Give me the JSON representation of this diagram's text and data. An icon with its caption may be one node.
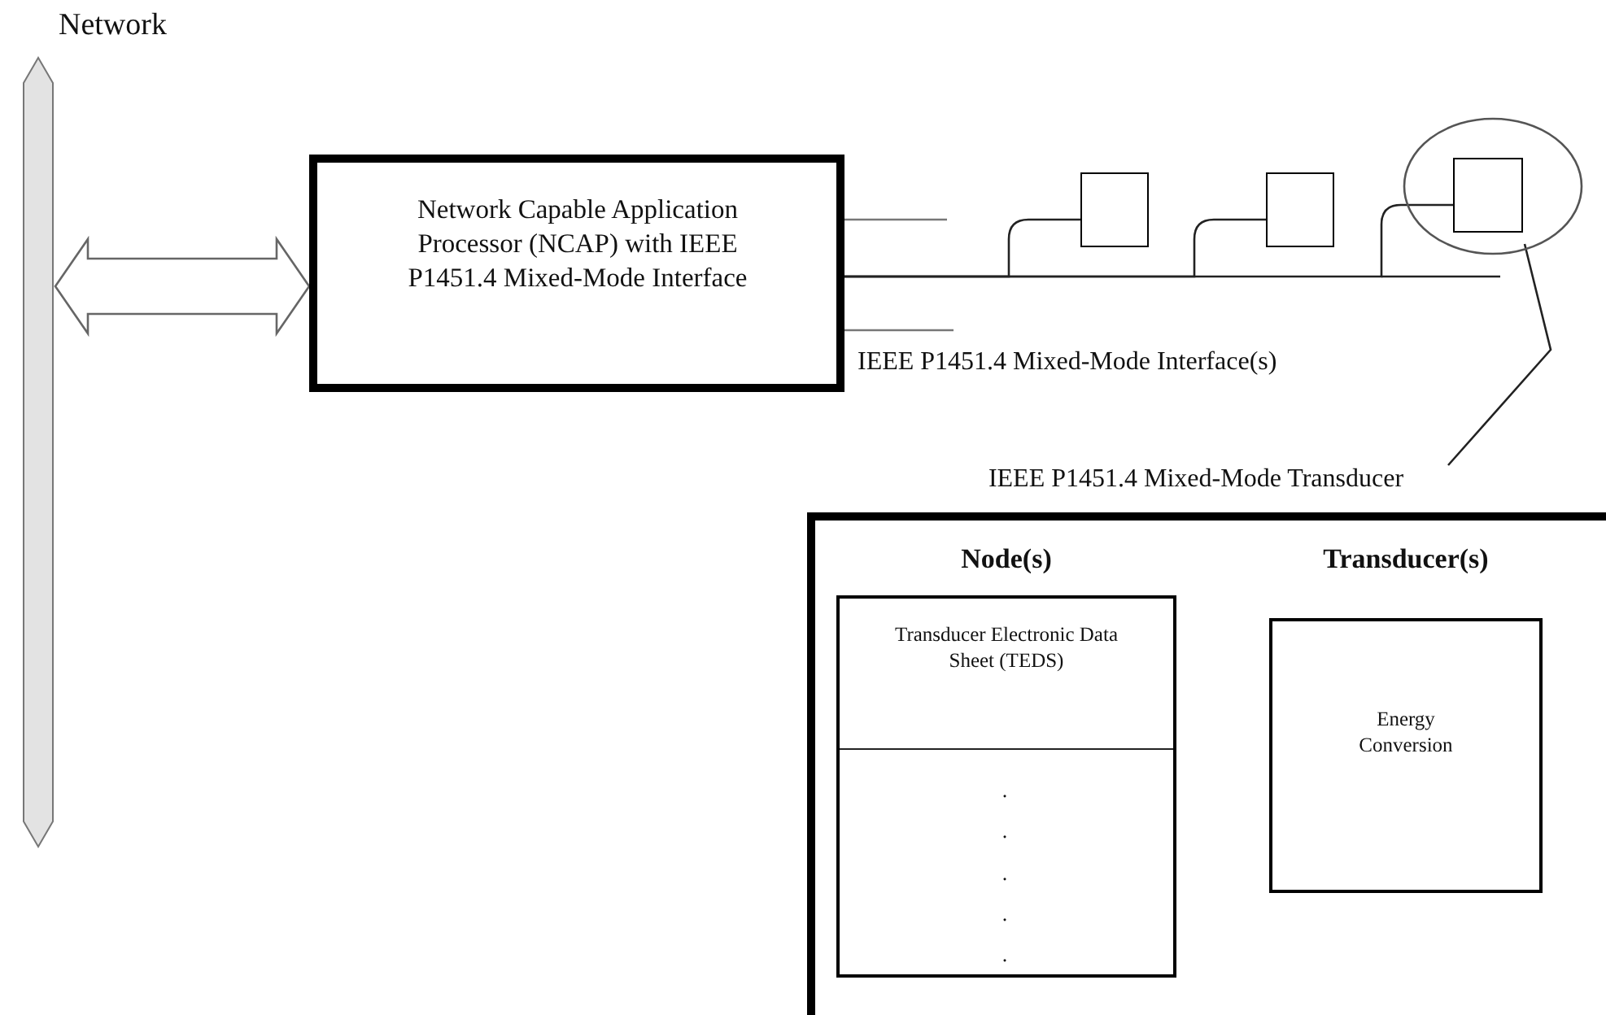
{
  "diagram": {
    "nodes": [
      {
        "text": [
          "Network"
        ]
      },
      {
        "text": [
          "Network Capable Application Processor (NCAP) with IEEE P1451.4 Mixed-Mode Interface"
        ]
      },
      {
        "text": [],
        "shape": "box"
      },
      {
        "text": [],
        "shape": "box"
      },
      {
        "text": [],
        "shape": "circle"
      },
      {
        "text": [],
        "shape": "box",
        "in": 4
      },
      {
        "text": [
          "IEEE P1451.4 Mixed-Mode Transducer"
        ]
      },
      {
        "text": [],
        "shape": "box"
      },
      {
        "text": [
          "Node(s)",
          "Transducer Electronic Data Sheet (TEDS)",
          ". . . . ."
        ],
        "in": 7
      },
      {
        "text": [
          "Transducer(s)",
          "Energy Conversion"
        ],
        "in": 7
      }
    ],
    "edges": [
      {
        "from": 0,
        "to": 1,
        "arrow": "both"
      },
      {
        "from": 1,
        "to": 2,
        "arrow": "none"
      },
      {
        "from": 1,
        "to": 3,
        "arrow": "none"
      },
      {
        "from": 1,
        "to": 5,
        "arrow": "none"
      },
      {
        "from": 6,
        "to": 4,
        "arrow": "none"
      }
    ],
    "labels": [
      "IEEE P1451.4 Mixed-Mode Interface(s)"
    ]
  }
}
